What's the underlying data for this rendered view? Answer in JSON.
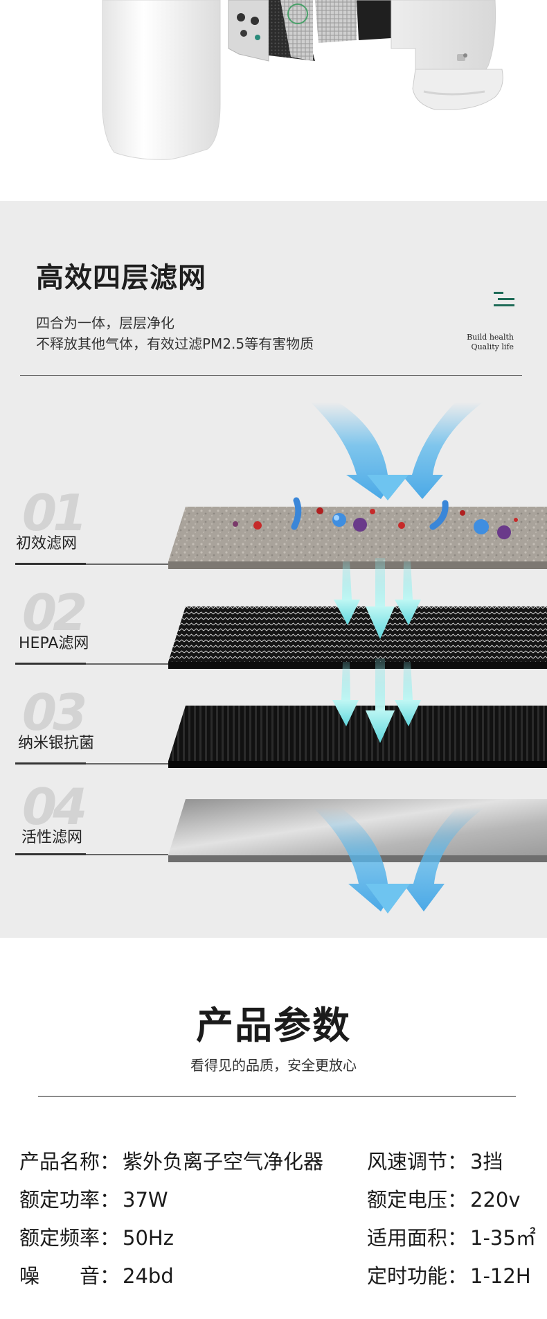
{
  "filters_section": {
    "title": "高效四层滤网",
    "subtitle_line1": "四合为一体，层层净化",
    "subtitle_line2": "不释放其他气体，有效过滤PM2.5等有害物质",
    "brand_line1": "Build health",
    "brand_line2": "Quality life",
    "layers": [
      {
        "number": "01",
        "name": "初效滤网"
      },
      {
        "number": "02",
        "name": "HEPA滤网"
      },
      {
        "number": "03",
        "name": "纳米银抗菌"
      },
      {
        "number": "04",
        "name": "活性滤网"
      }
    ],
    "colors": {
      "arrow_blue": "#5ab8ec",
      "arrow_teal": "#7fe3e6",
      "background": "#ececec"
    }
  },
  "params_section": {
    "title": "产品参数",
    "subtitle": "看得见的品质，安全更放心",
    "specs_left": [
      {
        "label": "产品名称：",
        "value": "紫外负离子空气净化器"
      },
      {
        "label": "额定功率：",
        "value": "37W"
      },
      {
        "label": "额定频率：",
        "value": "50Hz"
      },
      {
        "label": "噪　　音：",
        "value": "24bd"
      }
    ],
    "specs_right": [
      {
        "label": "风速调节：",
        "value": "3挡"
      },
      {
        "label": "额定电压：",
        "value": "220v"
      },
      {
        "label": "适用面积：",
        "value": "1-35㎡"
      },
      {
        "label": "定时功能：",
        "value": "1-12H"
      }
    ]
  }
}
